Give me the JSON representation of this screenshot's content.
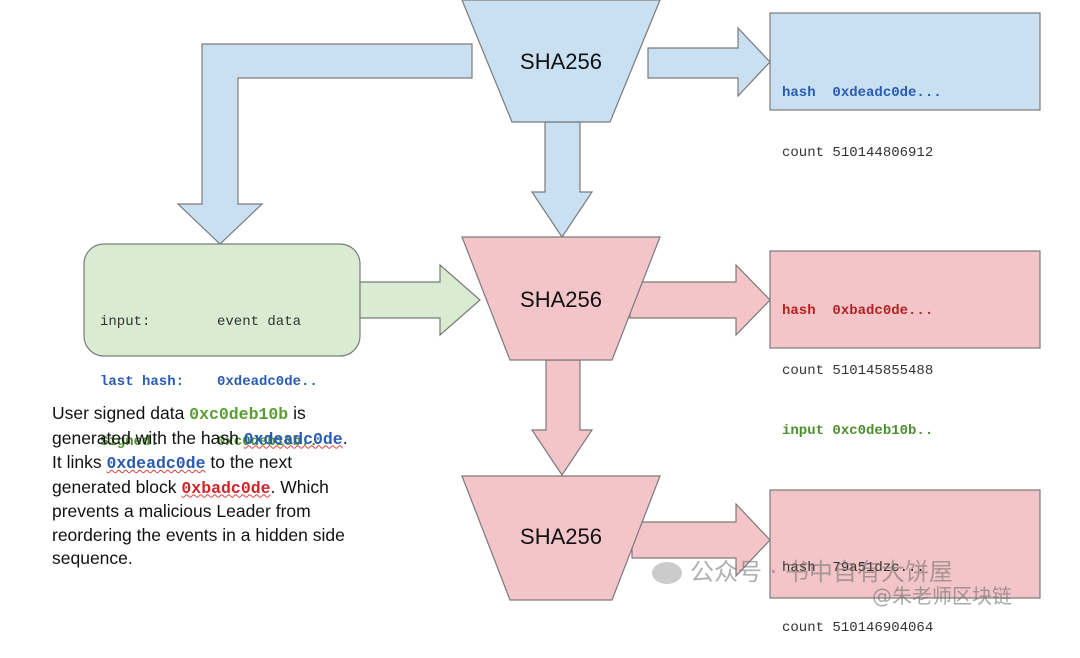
{
  "blocks": [
    {
      "label": "SHA256",
      "color": "#c9e0f2"
    },
    {
      "label": "SHA256",
      "color": "#f4c5c8"
    },
    {
      "label": "SHA256",
      "color": "#f4c5c8"
    }
  ],
  "outputs": [
    {
      "hash_key": "hash",
      "hash_val": "0xdeadc0de...",
      "count_key": "count",
      "count_val": "510144806912"
    },
    {
      "hash_key": "hash",
      "hash_val": "0xbadc0de...",
      "count_key": "count",
      "count_val": "510145855488",
      "input_key": "input",
      "input_val": "0xc0deb10b.."
    },
    {
      "hash_key": "hash",
      "hash_val": "79a51dzc...",
      "count_key": "count",
      "count_val": "510146904064"
    }
  ],
  "input_box": {
    "input_key": "input:",
    "input_val": "event data",
    "last_hash_key": "last hash:",
    "last_hash_val": "0xdeadc0de..",
    "signed_key": "Signed:",
    "signed_val": "0xc0deb10b.."
  },
  "explanation": {
    "p1": "User signed data ",
    "v1": "0xc0deb10b",
    "p2": " is generated with the hash ",
    "v2": "0xdeadc0de",
    "p3": ".  It links ",
    "v3": "0xdeadc0de",
    "p4": " to the next generated block ",
    "v4": "0xbadc0de",
    "p5": ". Which prevents a malicious Leader from reordering the events in a hidden side sequence."
  },
  "watermark": {
    "line1": "公众号 · 书中自有大饼屋",
    "line2": "@朱老师区块链"
  },
  "colors": {
    "blue_fill": "#c9e0f2",
    "pink_fill": "#f4c5c8",
    "green_fill": "#d9ecd2",
    "blue_text": "#2a5bb3",
    "green_text": "#4c8f2e",
    "red_text": "#b22222"
  }
}
